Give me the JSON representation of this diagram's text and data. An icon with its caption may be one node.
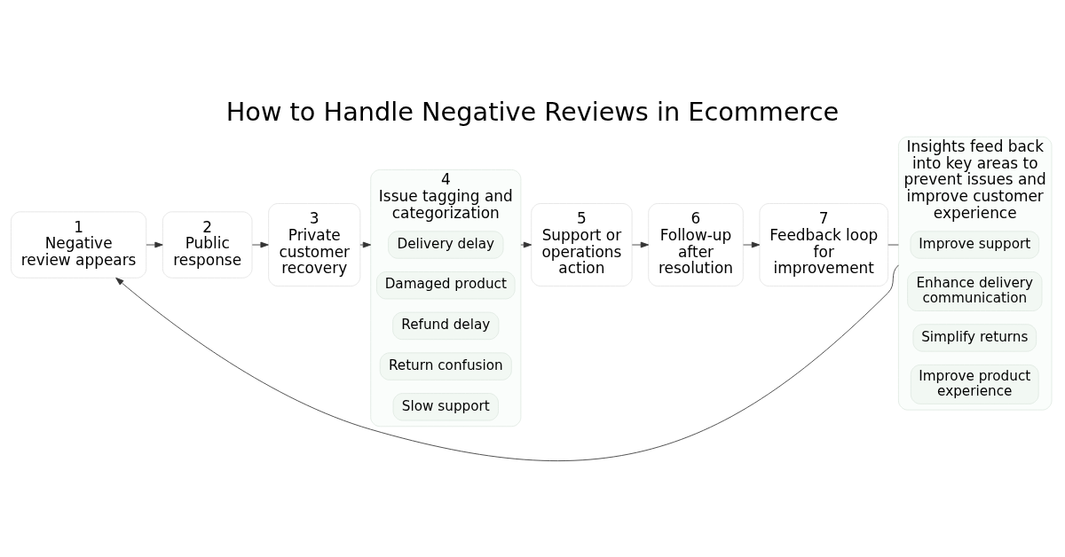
{
  "diagram": {
    "title": "How to Handle Negative Reviews in Ecommerce",
    "nodes": [
      {
        "text": [
          "1",
          "Negative review appears"
        ]
      },
      {
        "text": [
          "2",
          "Public response"
        ]
      },
      {
        "text": [
          "3",
          "Private customer recovery"
        ]
      },
      {
        "text": [
          "4",
          "Issue tagging and categorization"
        ]
      },
      {
        "text": [
          "Delivery delay"
        ],
        "in": 3
      },
      {
        "text": [
          "Damaged product"
        ],
        "in": 3
      },
      {
        "text": [
          "Refund delay"
        ],
        "in": 3
      },
      {
        "text": [
          "Return confusion"
        ],
        "in": 3
      },
      {
        "text": [
          "Slow support"
        ],
        "in": 3
      },
      {
        "text": [
          "5",
          "Support or operations action"
        ]
      },
      {
        "text": [
          "6",
          "Follow-up after resolution"
        ]
      },
      {
        "text": [
          "7",
          "Feedback loop for improvement"
        ]
      },
      {
        "text": [
          "Insights feed back into key areas to prevent issues and improve customer experience"
        ]
      },
      {
        "text": [
          "Improve support"
        ],
        "in": 12
      },
      {
        "text": [
          "Enhance delivery communication"
        ],
        "in": 12
      },
      {
        "text": [
          "Simplify returns"
        ],
        "in": 12
      },
      {
        "text": [
          "Improve product experience"
        ],
        "in": 12
      }
    ],
    "edges": [
      {
        "from": 0,
        "to": 1,
        "arrow": "to"
      },
      {
        "from": 1,
        "to": 2,
        "arrow": "to"
      },
      {
        "from": 2,
        "to": 3,
        "arrow": "to"
      },
      {
        "from": 3,
        "to": 9,
        "arrow": "to"
      },
      {
        "from": 9,
        "to": 10,
        "arrow": "to"
      },
      {
        "from": 10,
        "to": 11,
        "arrow": "to"
      },
      {
        "from": 11,
        "to": 12,
        "arrow": "none"
      },
      {
        "from": 12,
        "to": 0,
        "arrow": "to"
      }
    ]
  }
}
